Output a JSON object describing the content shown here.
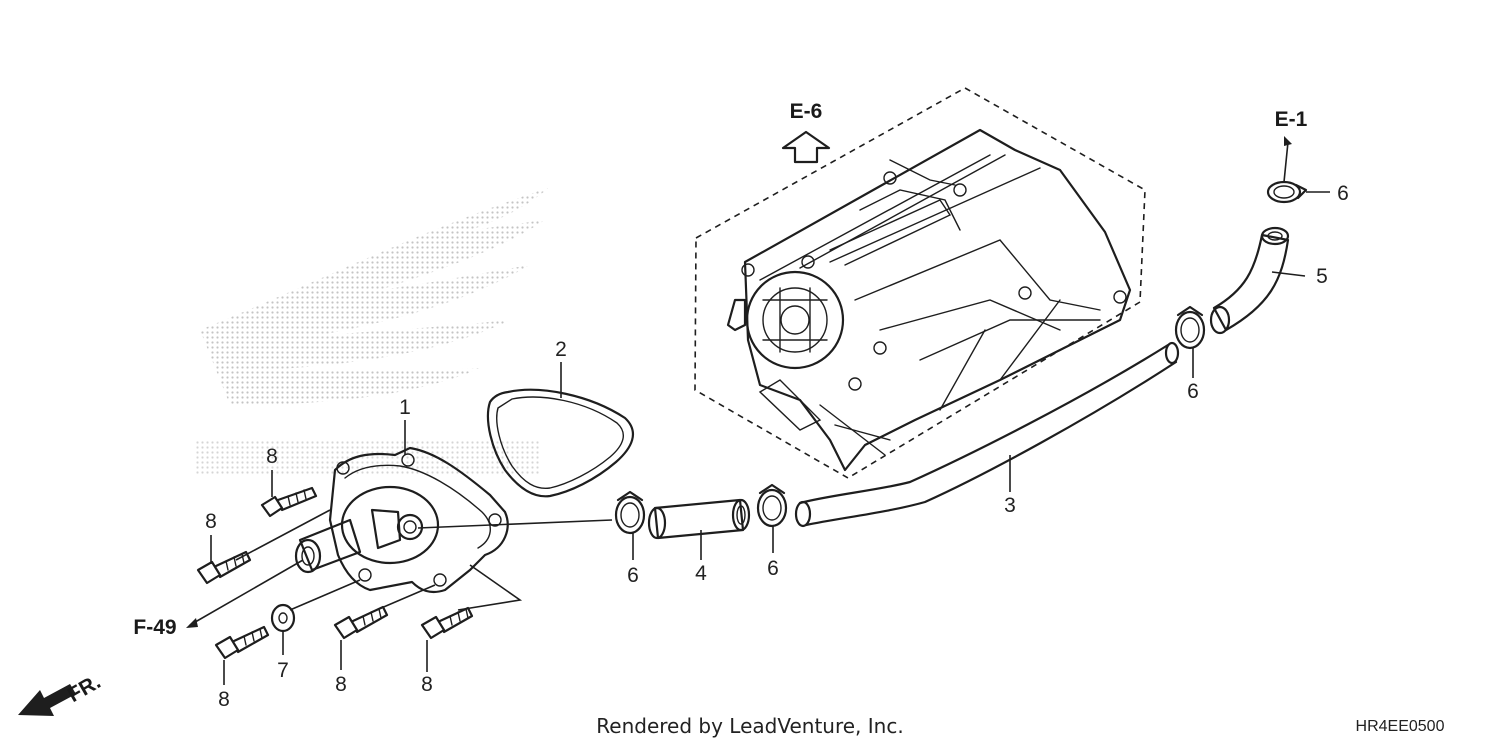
{
  "callouts": {
    "c1": "1",
    "c2": "2",
    "c3": "3",
    "c4": "4",
    "c5": "5",
    "c6a": "6",
    "c6b": "6",
    "c6c": "6",
    "c6d": "6",
    "c7": "7",
    "c8a": "8",
    "c8b": "8",
    "c8c": "8",
    "c8d": "8",
    "c8e": "8"
  },
  "references": {
    "e6": "E-6",
    "e1": "E-1",
    "f49": "F-49",
    "front": "FR."
  },
  "footer": {
    "credit": "Rendered by LeadVenture, Inc.",
    "diagram_code": "HR4EE0500"
  },
  "colors": {
    "line": "#1e1e1e",
    "watermark": "#c8c8c8"
  }
}
